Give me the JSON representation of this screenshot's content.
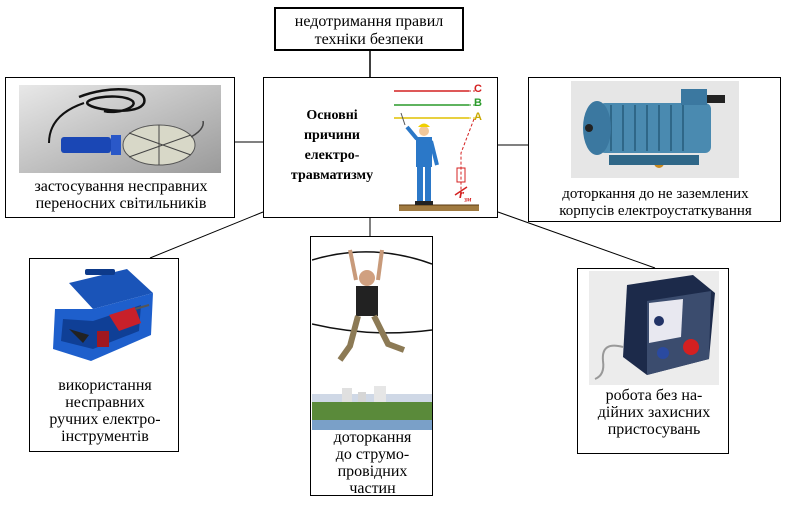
{
  "top": {
    "text": "недотримання правил\nтехніки безпеки"
  },
  "center": {
    "title": "Основні\nпричини\nелектро-\nтравматизму",
    "phases": [
      "C",
      "B",
      "A"
    ],
    "resistance_label": "r",
    "resistance_sub": "зм",
    "colors": {
      "C": "#d42020",
      "B": "#2a9a2a",
      "A": "#e0c000"
    }
  },
  "nodes": [
    {
      "id": "lamp",
      "caption": "застосування несправних\nпереносних світильників"
    },
    {
      "id": "motor",
      "caption": "доторкання до не заземлених\nкорпусів електроустаткування"
    },
    {
      "id": "tools",
      "caption": "використання\nнесправних\nручних електро-\nінструментів"
    },
    {
      "id": "wires",
      "caption": "доторкання\nдо струмо-\nпровідних\nчастин"
    },
    {
      "id": "socket",
      "caption": "робота без на-\nдійних захисних\nпристосувань"
    }
  ]
}
